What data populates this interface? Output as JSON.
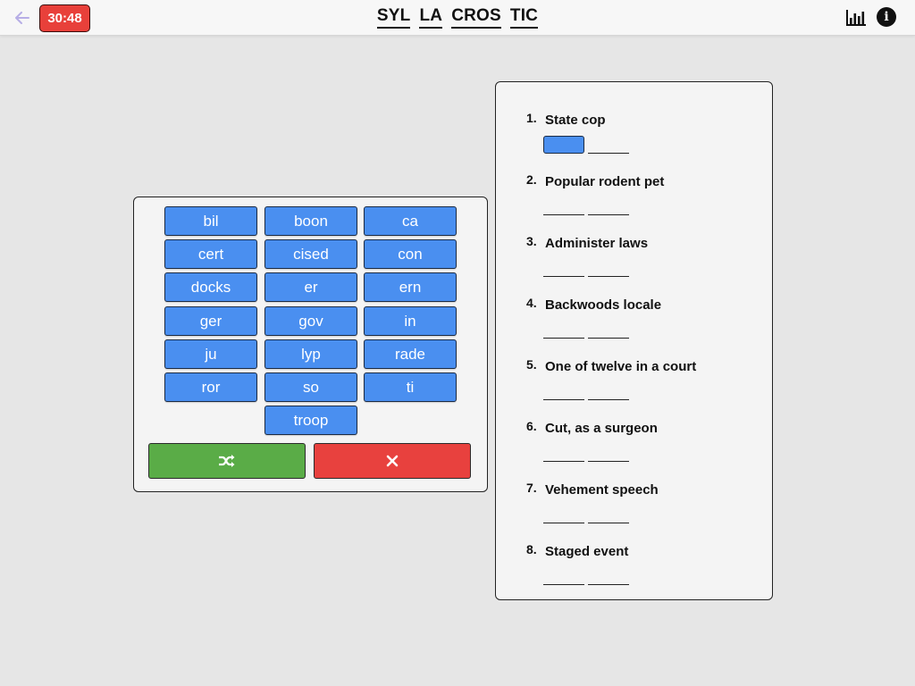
{
  "header": {
    "back_icon": "arrow-left-icon",
    "timer": "30:48",
    "title_parts": [
      "SYL",
      "LA",
      "CROS",
      "TIC"
    ],
    "stats_icon": "bar-chart-icon",
    "info_icon": "info-icon",
    "info_glyph": "i"
  },
  "tiles": [
    "bil",
    "boon",
    "ca",
    "cert",
    "cised",
    "con",
    "docks",
    "er",
    "ern",
    "ger",
    "gov",
    "in",
    "ju",
    "lyp",
    "rade",
    "ror",
    "so",
    "ti",
    "troop"
  ],
  "actions": {
    "shuffle_icon": "shuffle-icon",
    "clear_icon": "close-icon"
  },
  "clues": [
    {
      "num": "1.",
      "text": "State cop",
      "slots": 2
    },
    {
      "num": "2.",
      "text": "Popular rodent pet",
      "slots": 2
    },
    {
      "num": "3.",
      "text": "Administer laws",
      "slots": 2
    },
    {
      "num": "4.",
      "text": "Backwoods locale",
      "slots": 2
    },
    {
      "num": "5.",
      "text": "One of twelve in a court",
      "slots": 2
    },
    {
      "num": "6.",
      "text": "Cut, as a surgeon",
      "slots": 2
    },
    {
      "num": "7.",
      "text": "Vehement speech",
      "slots": 2
    },
    {
      "num": "8.",
      "text": "Staged event",
      "slots": 2
    }
  ],
  "colors": {
    "tile": "#4a8ff0",
    "timer": "#e8403a",
    "shuffle": "#5aac47",
    "clear": "#e8413e"
  }
}
